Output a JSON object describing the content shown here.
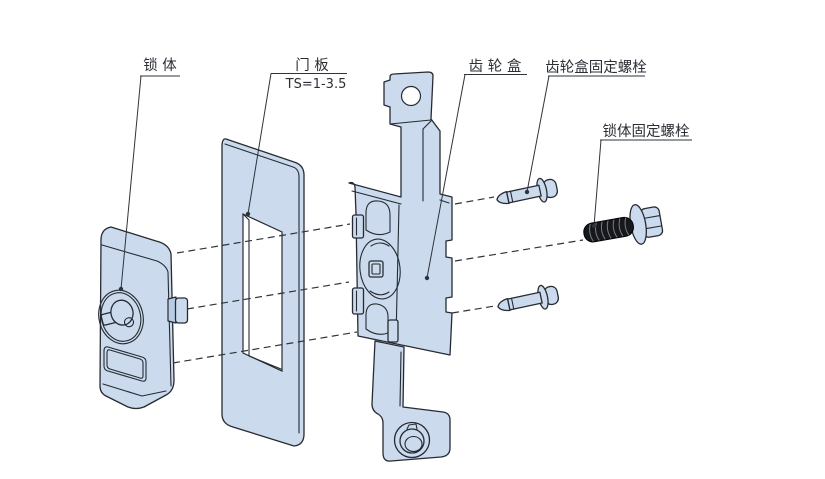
{
  "diagram": {
    "title_none": "",
    "labels": {
      "lock_body": "锁 体",
      "door_panel": "门 板",
      "door_panel_spec": "TS=1-3.5",
      "gear_box": "齿 轮 盒",
      "gear_box_bolt": "齿轮盒固定螺栓",
      "lock_body_bolt": "锁体固定螺栓"
    },
    "colors": {
      "background": "#ffffff",
      "part_fill": "#cbdbed",
      "part_shade": "#b7cde4",
      "outline": "#262b33",
      "line": "#2f333b",
      "label": "#2b2f36",
      "thread_dark": "#17181c",
      "thread_coil": "#767d87"
    }
  }
}
